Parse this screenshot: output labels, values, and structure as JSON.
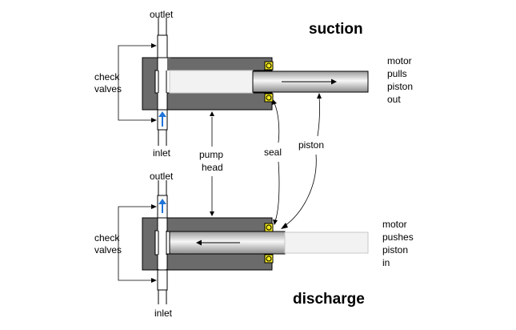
{
  "headings": {
    "suction": "suction",
    "discharge": "discharge"
  },
  "top": {
    "outlet": "outlet",
    "inlet": "inlet",
    "check_valves": [
      "check",
      "valves"
    ],
    "motor": [
      "motor",
      "pulls",
      "piston",
      "out"
    ]
  },
  "bottom": {
    "outlet": "outlet",
    "inlet": "inlet",
    "check_valves": [
      "check",
      "valves"
    ],
    "motor": [
      "motor",
      "pushes",
      "piston",
      "in"
    ]
  },
  "middle": {
    "pump_head": [
      "pump",
      "head"
    ],
    "seal": "seal",
    "piston": "piston"
  },
  "colors": {
    "housing": "#6b6b6b",
    "seal": "#f4ea1f",
    "flow_arrow": "#1e74d8",
    "chamber": "#f2f2f2"
  }
}
